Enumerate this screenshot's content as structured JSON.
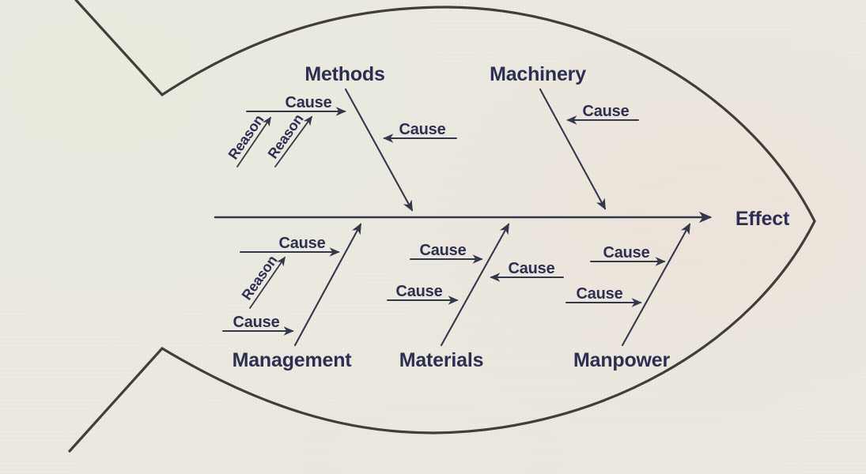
{
  "colors": {
    "background": "#ECEAE1",
    "outline": "#403E37",
    "arrow": "#34364A",
    "text": "#2C2F52"
  },
  "fishbone": {
    "effect": "Effect",
    "branches": [
      {
        "label": "Methods",
        "side": "top",
        "causes": [
          {
            "label": "Cause",
            "reasons": [
              {
                "label": "Reason"
              },
              {
                "label": "Reason"
              }
            ]
          },
          {
            "label": "Cause"
          }
        ]
      },
      {
        "label": "Machinery",
        "side": "top",
        "causes": [
          {
            "label": "Cause"
          }
        ]
      },
      {
        "label": "Management",
        "side": "bottom",
        "causes": [
          {
            "label": "Cause",
            "reasons": [
              {
                "label": "Reason"
              }
            ]
          },
          {
            "label": "Cause"
          }
        ]
      },
      {
        "label": "Materials",
        "side": "bottom",
        "causes": [
          {
            "label": "Cause"
          },
          {
            "label": "Cause"
          },
          {
            "label": "Cause"
          }
        ]
      },
      {
        "label": "Manpower",
        "side": "bottom",
        "causes": [
          {
            "label": "Cause"
          },
          {
            "label": "Cause"
          }
        ]
      }
    ]
  }
}
